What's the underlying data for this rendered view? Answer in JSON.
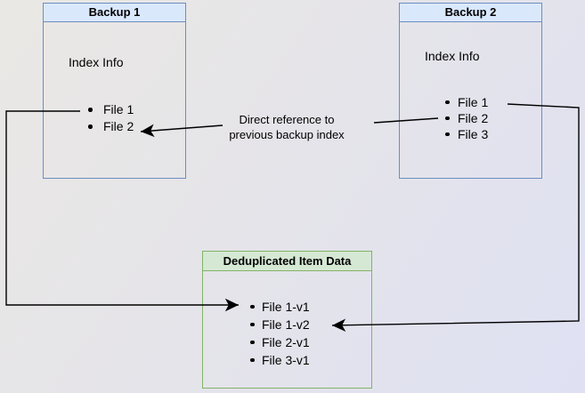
{
  "diagram": {
    "backup1": {
      "title": "Backup 1",
      "body_label": "Index Info",
      "files": [
        "File 1",
        "File 2"
      ]
    },
    "backup2": {
      "title": "Backup 2",
      "body_label": "Index Info",
      "files": [
        "File 1",
        "File 2",
        "File 3"
      ]
    },
    "dedup": {
      "title": "Deduplicated Item Data",
      "files": [
        "File 1-v1",
        "File 1-v2",
        "File 2-v1",
        "File 3-v1"
      ]
    },
    "edge_label": {
      "line1": "Direct reference to",
      "line2": "previous backup index"
    },
    "colors": {
      "backup_header_fill": "#dae8fc",
      "backup_border": "#6c8ebf",
      "dedup_header_fill": "#d5e8d4",
      "dedup_border": "#82b366",
      "connector": "#000000",
      "text": "#000000"
    }
  }
}
